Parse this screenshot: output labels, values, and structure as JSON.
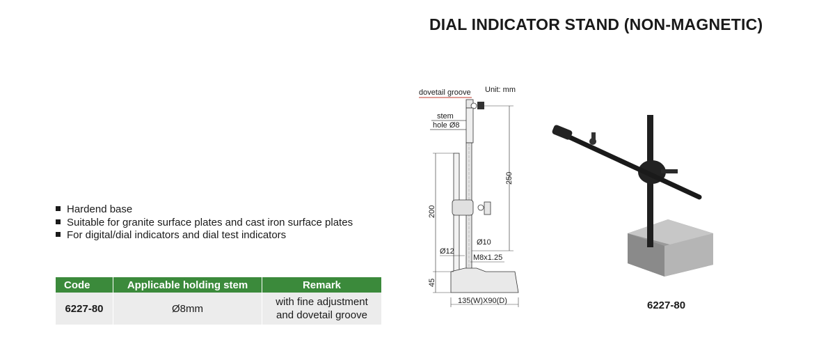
{
  "title": "DIAL INDICATOR STAND (NON-MAGNETIC)",
  "features": [
    "Hardend base",
    "Suitable for granite surface plates and cast iron surface plates",
    "For digital/dial indicators and dial test indicators"
  ],
  "table": {
    "headers": [
      "Code",
      "Applicable holding stem",
      "Remark"
    ],
    "rows": [
      {
        "code": "6227-80",
        "stem": "Ø8mm",
        "remark_line1": "with fine adjustment",
        "remark_line2": "and dovetail groove"
      }
    ]
  },
  "drawing": {
    "unit": "Unit: mm",
    "dovetail": "dovetail groove",
    "stem": "stem",
    "hole": "hole Ø8",
    "dim_250": "250",
    "dim_200": "200",
    "dim_45": "45",
    "dim_d12": "Ø12",
    "dim_d10": "Ø10",
    "thread": "M8x1.25",
    "base_size": "135(W)X90(D)"
  },
  "photo_caption": "6227-80",
  "colors": {
    "header_green": "#3b8a3b",
    "cell_gray": "#ececec",
    "dovetail_line": "#c0392b"
  }
}
